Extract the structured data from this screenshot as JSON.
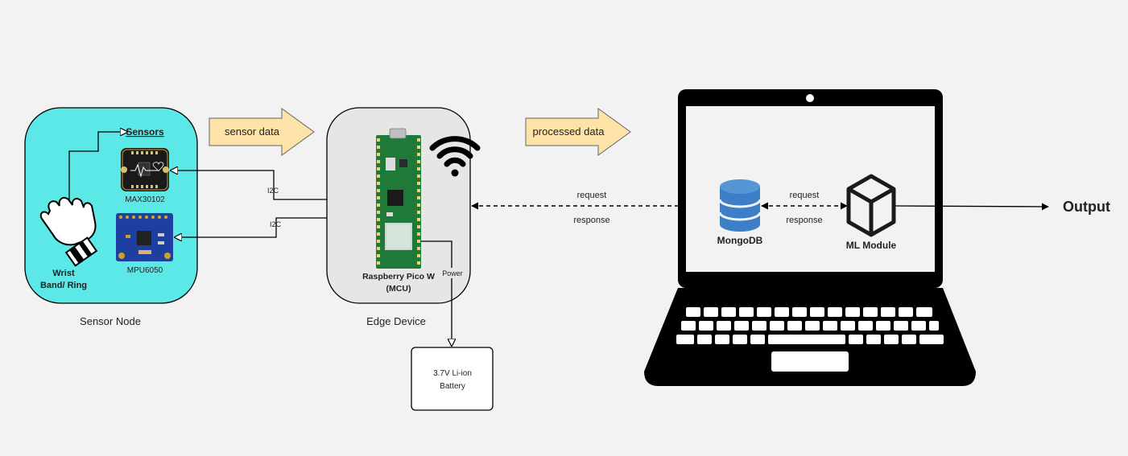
{
  "labels": {
    "sensor_node": "Sensor Node",
    "edge_device": "Edge Device",
    "sensors": "Sensors",
    "max30102": "MAX30102",
    "mpu6050": "MPU6050",
    "wrist_line1": "Wrist",
    "wrist_line2": "Band/ Ring",
    "i2c_top": "I2C",
    "i2c_bottom": "I2C",
    "sensor_data": "sensor data",
    "processed_data": "processed data",
    "pico_line1": "Raspberry Pico W",
    "pico_line2": "(MCU)",
    "power": "Power",
    "battery_line1": "3.7V Li-ion",
    "battery_line2": "Battery",
    "request_left": "request",
    "response_left": "response",
    "request_right": "request",
    "response_right": "response",
    "mongodb": "MongoDB",
    "ml_module": "ML Module",
    "output": "Output"
  },
  "icons": {
    "wifi": "wifi-icon",
    "database": "database-icon",
    "cube": "cube-icon",
    "hand": "wristband-hand-icon",
    "laptop": "laptop-icon"
  },
  "colors": {
    "sensor_node_fill": "#5ce8e6",
    "edge_device_fill": "#e6e6e6",
    "arrow_fill": "#fde3a7",
    "pcb_green": "#1f7a3a",
    "imu_blue": "#1f3fa0",
    "db_blue": "#3d7fc6"
  }
}
